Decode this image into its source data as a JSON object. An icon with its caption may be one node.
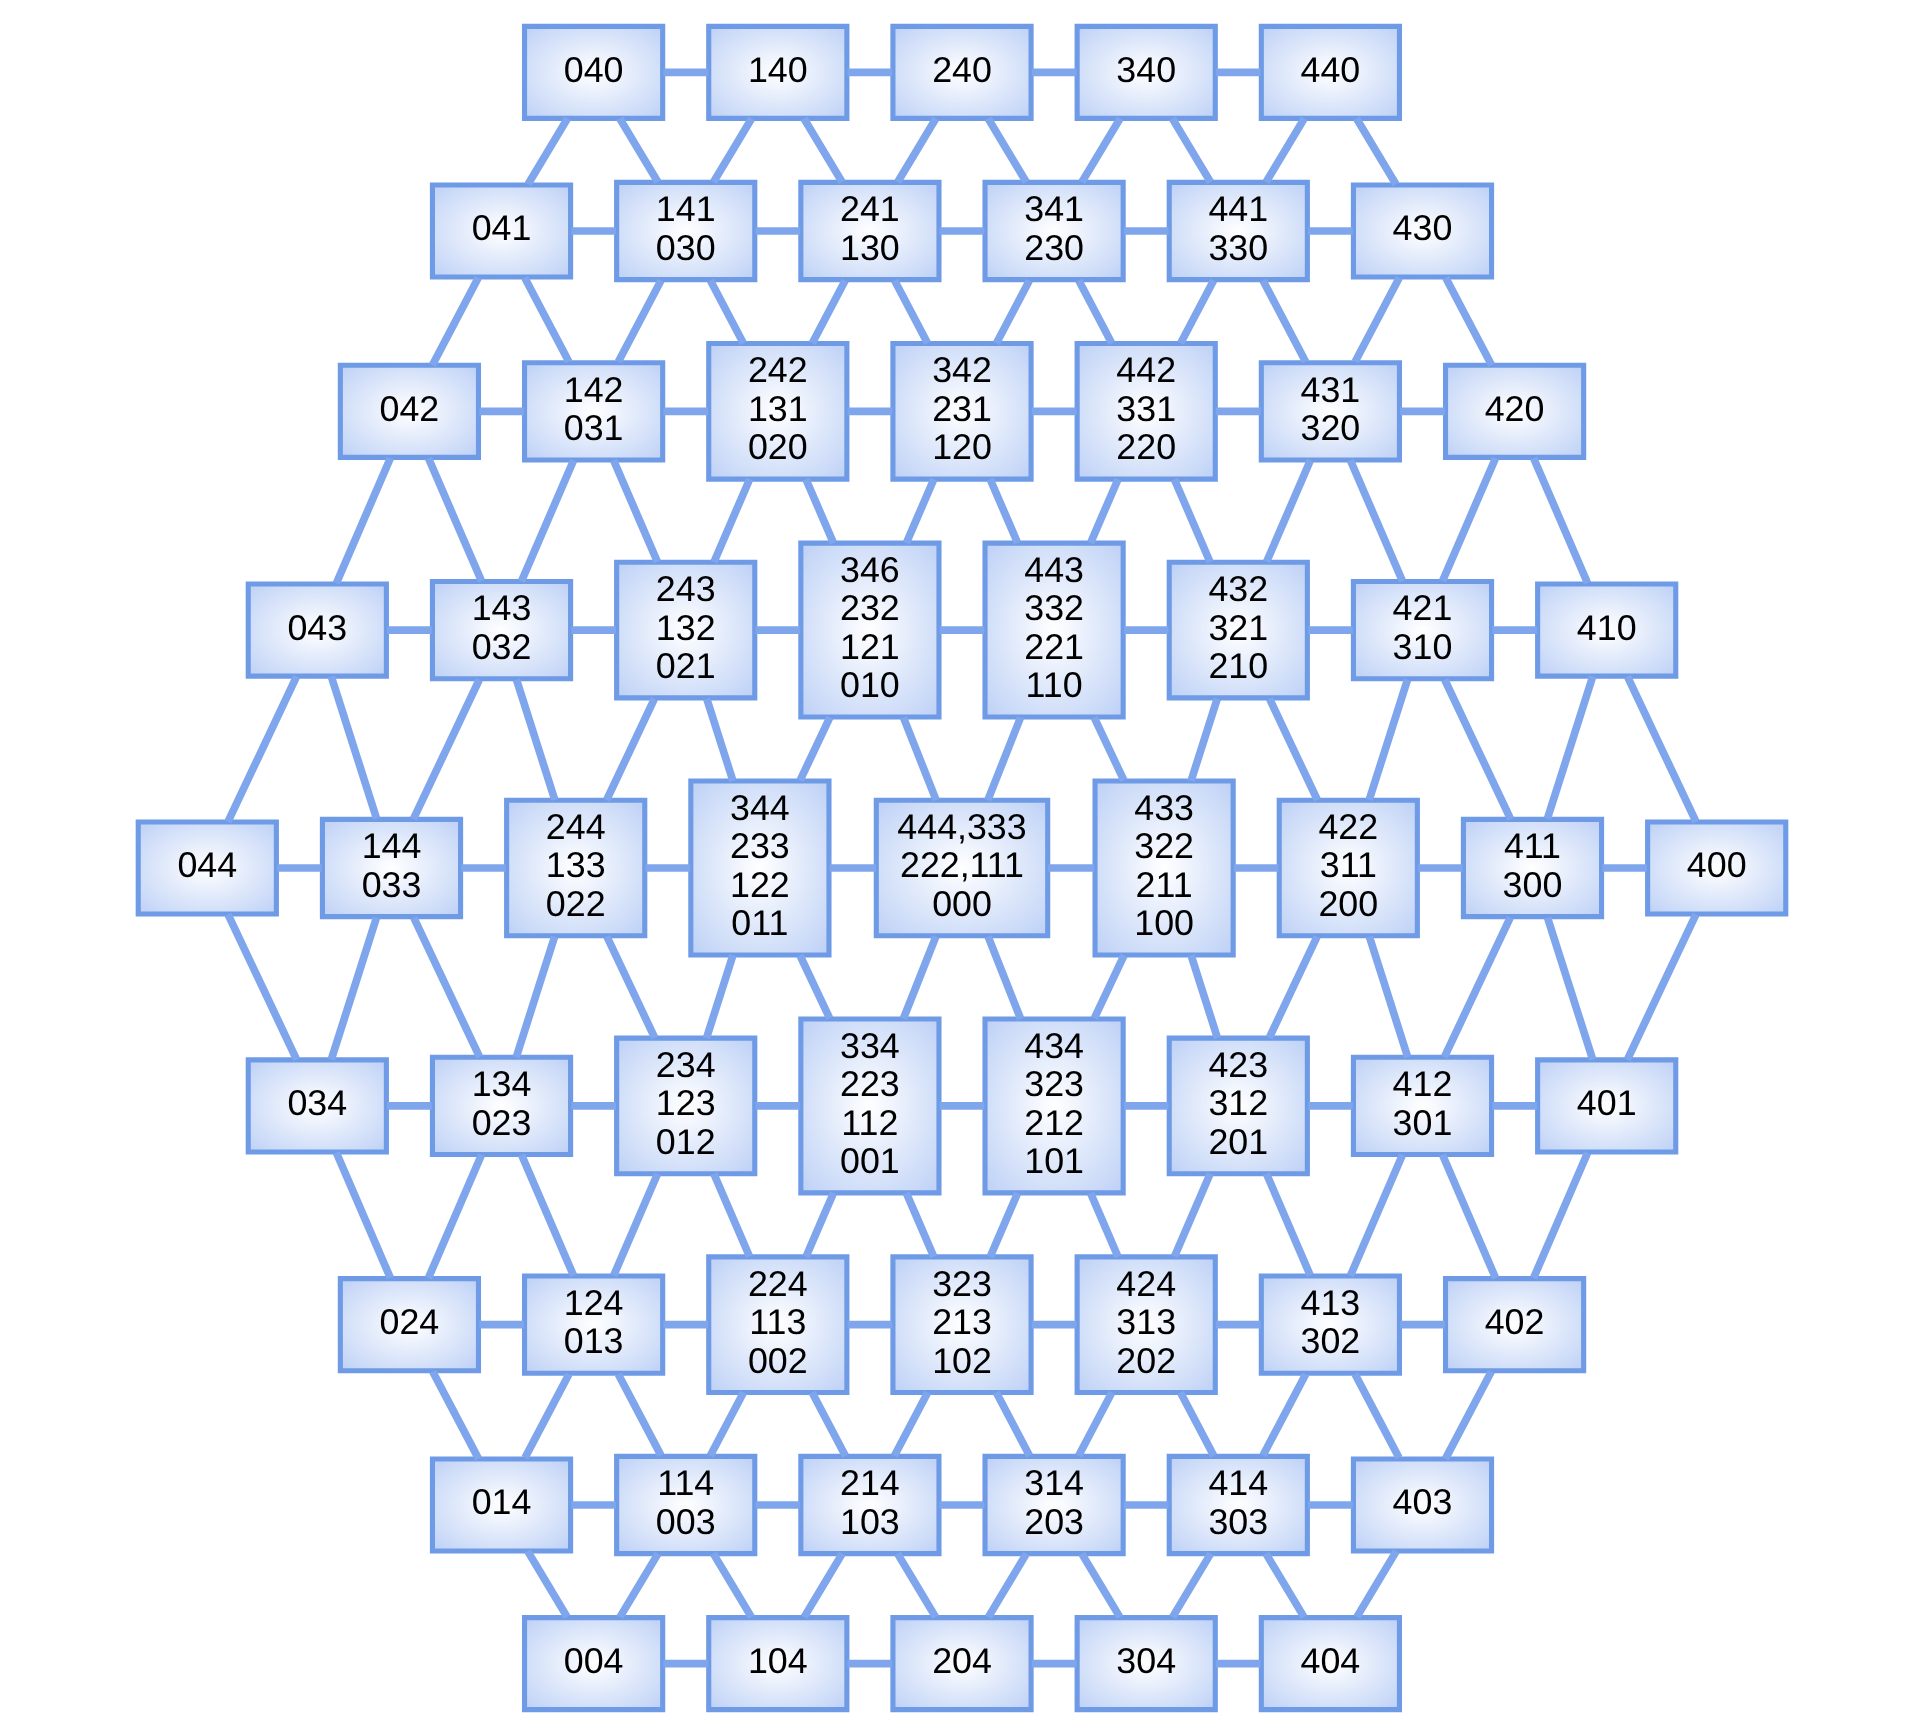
{
  "diagram": {
    "nodes": [
      {
        "text": [
          "040"
        ]
      },
      {
        "text": [
          "140"
        ]
      },
      {
        "text": [
          "240"
        ]
      },
      {
        "text": [
          "340"
        ]
      },
      {
        "text": [
          "440"
        ]
      },
      {
        "text": [
          "041"
        ]
      },
      {
        "text": [
          "141",
          "030"
        ]
      },
      {
        "text": [
          "241",
          "130"
        ]
      },
      {
        "text": [
          "341",
          "230"
        ]
      },
      {
        "text": [
          "441",
          "330"
        ]
      },
      {
        "text": [
          "430"
        ]
      },
      {
        "text": [
          "042"
        ]
      },
      {
        "text": [
          "142",
          "031"
        ]
      },
      {
        "text": [
          "242",
          "131",
          "020"
        ]
      },
      {
        "text": [
          "342",
          "231",
          "120"
        ]
      },
      {
        "text": [
          "442",
          "331",
          "220"
        ]
      },
      {
        "text": [
          "431",
          "320"
        ]
      },
      {
        "text": [
          "420"
        ]
      },
      {
        "text": [
          "043"
        ]
      },
      {
        "text": [
          "143",
          "032"
        ]
      },
      {
        "text": [
          "243",
          "132",
          "021"
        ]
      },
      {
        "text": [
          "346",
          "232",
          "121",
          "010"
        ]
      },
      {
        "text": [
          "443",
          "332",
          "221",
          "110"
        ]
      },
      {
        "text": [
          "432",
          "321",
          "210"
        ]
      },
      {
        "text": [
          "421",
          "310"
        ]
      },
      {
        "text": [
          "410"
        ]
      },
      {
        "text": [
          "044"
        ]
      },
      {
        "text": [
          "144",
          "033"
        ]
      },
      {
        "text": [
          "244",
          "133",
          "022"
        ]
      },
      {
        "text": [
          "344",
          "233",
          "122",
          "011"
        ]
      },
      {
        "text": [
          "444,333",
          "222,111",
          "000"
        ]
      },
      {
        "text": [
          "433",
          "322",
          "211",
          "100"
        ]
      },
      {
        "text": [
          "422",
          "311",
          "200"
        ]
      },
      {
        "text": [
          "411",
          "300"
        ]
      },
      {
        "text": [
          "400"
        ]
      },
      {
        "text": [
          "034"
        ]
      },
      {
        "text": [
          "134",
          "023"
        ]
      },
      {
        "text": [
          "234",
          "123",
          "012"
        ]
      },
      {
        "text": [
          "334",
          "223",
          "112",
          "001"
        ]
      },
      {
        "text": [
          "434",
          "323",
          "212",
          "101"
        ]
      },
      {
        "text": [
          "423",
          "312",
          "201"
        ]
      },
      {
        "text": [
          "412",
          "301"
        ]
      },
      {
        "text": [
          "401"
        ]
      },
      {
        "text": [
          "024"
        ]
      },
      {
        "text": [
          "124",
          "013"
        ]
      },
      {
        "text": [
          "224",
          "113",
          "002"
        ]
      },
      {
        "text": [
          "323",
          "213",
          "102"
        ]
      },
      {
        "text": [
          "424",
          "313",
          "202"
        ]
      },
      {
        "text": [
          "413",
          "302"
        ]
      },
      {
        "text": [
          "402"
        ]
      },
      {
        "text": [
          "014"
        ]
      },
      {
        "text": [
          "114",
          "003"
        ]
      },
      {
        "text": [
          "214",
          "103"
        ]
      },
      {
        "text": [
          "314",
          "203"
        ]
      },
      {
        "text": [
          "414",
          "303"
        ]
      },
      {
        "text": [
          "403"
        ]
      },
      {
        "text": [
          "004"
        ]
      },
      {
        "text": [
          "104"
        ]
      },
      {
        "text": [
          "204"
        ]
      },
      {
        "text": [
          "304"
        ]
      },
      {
        "text": [
          "404"
        ]
      }
    ],
    "edges": [
      {
        "from": 0,
        "to": 1,
        "arrow": "none"
      },
      {
        "from": 1,
        "to": 2,
        "arrow": "none"
      },
      {
        "from": 2,
        "to": 3,
        "arrow": "none"
      },
      {
        "from": 3,
        "to": 4,
        "arrow": "none"
      },
      {
        "from": 5,
        "to": 6,
        "arrow": "none"
      },
      {
        "from": 6,
        "to": 7,
        "arrow": "none"
      },
      {
        "from": 7,
        "to": 8,
        "arrow": "none"
      },
      {
        "from": 8,
        "to": 9,
        "arrow": "none"
      },
      {
        "from": 9,
        "to": 10,
        "arrow": "none"
      },
      {
        "from": 11,
        "to": 12,
        "arrow": "none"
      },
      {
        "from": 12,
        "to": 13,
        "arrow": "none"
      },
      {
        "from": 13,
        "to": 14,
        "arrow": "none"
      },
      {
        "from": 14,
        "to": 15,
        "arrow": "none"
      },
      {
        "from": 15,
        "to": 16,
        "arrow": "none"
      },
      {
        "from": 16,
        "to": 17,
        "arrow": "none"
      },
      {
        "from": 18,
        "to": 19,
        "arrow": "none"
      },
      {
        "from": 19,
        "to": 20,
        "arrow": "none"
      },
      {
        "from": 20,
        "to": 21,
        "arrow": "none"
      },
      {
        "from": 21,
        "to": 22,
        "arrow": "none"
      },
      {
        "from": 22,
        "to": 23,
        "arrow": "none"
      },
      {
        "from": 23,
        "to": 24,
        "arrow": "none"
      },
      {
        "from": 24,
        "to": 25,
        "arrow": "none"
      },
      {
        "from": 26,
        "to": 27,
        "arrow": "none"
      },
      {
        "from": 27,
        "to": 28,
        "arrow": "none"
      },
      {
        "from": 28,
        "to": 29,
        "arrow": "none"
      },
      {
        "from": 29,
        "to": 30,
        "arrow": "none"
      },
      {
        "from": 30,
        "to": 31,
        "arrow": "none"
      },
      {
        "from": 31,
        "to": 32,
        "arrow": "none"
      },
      {
        "from": 32,
        "to": 33,
        "arrow": "none"
      },
      {
        "from": 33,
        "to": 34,
        "arrow": "none"
      },
      {
        "from": 35,
        "to": 36,
        "arrow": "none"
      },
      {
        "from": 36,
        "to": 37,
        "arrow": "none"
      },
      {
        "from": 37,
        "to": 38,
        "arrow": "none"
      },
      {
        "from": 38,
        "to": 39,
        "arrow": "none"
      },
      {
        "from": 39,
        "to": 40,
        "arrow": "none"
      },
      {
        "from": 40,
        "to": 41,
        "arrow": "none"
      },
      {
        "from": 41,
        "to": 42,
        "arrow": "none"
      },
      {
        "from": 43,
        "to": 44,
        "arrow": "none"
      },
      {
        "from": 44,
        "to": 45,
        "arrow": "none"
      },
      {
        "from": 45,
        "to": 46,
        "arrow": "none"
      },
      {
        "from": 46,
        "to": 47,
        "arrow": "none"
      },
      {
        "from": 47,
        "to": 48,
        "arrow": "none"
      },
      {
        "from": 48,
        "to": 49,
        "arrow": "none"
      },
      {
        "from": 50,
        "to": 51,
        "arrow": "none"
      },
      {
        "from": 51,
        "to": 52,
        "arrow": "none"
      },
      {
        "from": 52,
        "to": 53,
        "arrow": "none"
      },
      {
        "from": 53,
        "to": 54,
        "arrow": "none"
      },
      {
        "from": 54,
        "to": 55,
        "arrow": "none"
      },
      {
        "from": 56,
        "to": 57,
        "arrow": "none"
      },
      {
        "from": 57,
        "to": 58,
        "arrow": "none"
      },
      {
        "from": 58,
        "to": 59,
        "arrow": "none"
      },
      {
        "from": 59,
        "to": 60,
        "arrow": "none"
      },
      {
        "from": 0,
        "to": 5,
        "arrow": "none"
      },
      {
        "from": 0,
        "to": 6,
        "arrow": "none"
      },
      {
        "from": 1,
        "to": 6,
        "arrow": "none"
      },
      {
        "from": 1,
        "to": 7,
        "arrow": "none"
      },
      {
        "from": 2,
        "to": 7,
        "arrow": "none"
      },
      {
        "from": 2,
        "to": 8,
        "arrow": "none"
      },
      {
        "from": 3,
        "to": 8,
        "arrow": "none"
      },
      {
        "from": 3,
        "to": 9,
        "arrow": "none"
      },
      {
        "from": 4,
        "to": 9,
        "arrow": "none"
      },
      {
        "from": 4,
        "to": 10,
        "arrow": "none"
      },
      {
        "from": 5,
        "to": 11,
        "arrow": "none"
      },
      {
        "from": 5,
        "to": 12,
        "arrow": "none"
      },
      {
        "from": 6,
        "to": 12,
        "arrow": "none"
      },
      {
        "from": 6,
        "to": 13,
        "arrow": "none"
      },
      {
        "from": 7,
        "to": 13,
        "arrow": "none"
      },
      {
        "from": 7,
        "to": 14,
        "arrow": "none"
      },
      {
        "from": 8,
        "to": 14,
        "arrow": "none"
      },
      {
        "from": 8,
        "to": 15,
        "arrow": "none"
      },
      {
        "from": 9,
        "to": 15,
        "arrow": "none"
      },
      {
        "from": 9,
        "to": 16,
        "arrow": "none"
      },
      {
        "from": 10,
        "to": 16,
        "arrow": "none"
      },
      {
        "from": 10,
        "to": 17,
        "arrow": "none"
      },
      {
        "from": 11,
        "to": 18,
        "arrow": "none"
      },
      {
        "from": 11,
        "to": 19,
        "arrow": "none"
      },
      {
        "from": 12,
        "to": 19,
        "arrow": "none"
      },
      {
        "from": 12,
        "to": 20,
        "arrow": "none"
      },
      {
        "from": 13,
        "to": 20,
        "arrow": "none"
      },
      {
        "from": 13,
        "to": 21,
        "arrow": "none"
      },
      {
        "from": 14,
        "to": 21,
        "arrow": "none"
      },
      {
        "from": 14,
        "to": 22,
        "arrow": "none"
      },
      {
        "from": 15,
        "to": 22,
        "arrow": "none"
      },
      {
        "from": 15,
        "to": 23,
        "arrow": "none"
      },
      {
        "from": 16,
        "to": 23,
        "arrow": "none"
      },
      {
        "from": 16,
        "to": 24,
        "arrow": "none"
      },
      {
        "from": 17,
        "to": 24,
        "arrow": "none"
      },
      {
        "from": 17,
        "to": 25,
        "arrow": "none"
      },
      {
        "from": 18,
        "to": 26,
        "arrow": "none"
      },
      {
        "from": 18,
        "to": 27,
        "arrow": "none"
      },
      {
        "from": 19,
        "to": 27,
        "arrow": "none"
      },
      {
        "from": 19,
        "to": 28,
        "arrow": "none"
      },
      {
        "from": 20,
        "to": 28,
        "arrow": "none"
      },
      {
        "from": 20,
        "to": 29,
        "arrow": "none"
      },
      {
        "from": 21,
        "to": 29,
        "arrow": "none"
      },
      {
        "from": 21,
        "to": 30,
        "arrow": "none"
      },
      {
        "from": 22,
        "to": 30,
        "arrow": "none"
      },
      {
        "from": 22,
        "to": 31,
        "arrow": "none"
      },
      {
        "from": 23,
        "to": 31,
        "arrow": "none"
      },
      {
        "from": 23,
        "to": 32,
        "arrow": "none"
      },
      {
        "from": 24,
        "to": 32,
        "arrow": "none"
      },
      {
        "from": 24,
        "to": 33,
        "arrow": "none"
      },
      {
        "from": 25,
        "to": 33,
        "arrow": "none"
      },
      {
        "from": 25,
        "to": 34,
        "arrow": "none"
      },
      {
        "from": 26,
        "to": 35,
        "arrow": "none"
      },
      {
        "from": 27,
        "to": 35,
        "arrow": "none"
      },
      {
        "from": 27,
        "to": 36,
        "arrow": "none"
      },
      {
        "from": 28,
        "to": 36,
        "arrow": "none"
      },
      {
        "from": 28,
        "to": 37,
        "arrow": "none"
      },
      {
        "from": 29,
        "to": 37,
        "arrow": "none"
      },
      {
        "from": 29,
        "to": 38,
        "arrow": "none"
      },
      {
        "from": 30,
        "to": 38,
        "arrow": "none"
      },
      {
        "from": 30,
        "to": 39,
        "arrow": "none"
      },
      {
        "from": 31,
        "to": 39,
        "arrow": "none"
      },
      {
        "from": 31,
        "to": 40,
        "arrow": "none"
      },
      {
        "from": 32,
        "to": 40,
        "arrow": "none"
      },
      {
        "from": 32,
        "to": 41,
        "arrow": "none"
      },
      {
        "from": 33,
        "to": 41,
        "arrow": "none"
      },
      {
        "from": 33,
        "to": 42,
        "arrow": "none"
      },
      {
        "from": 34,
        "to": 42,
        "arrow": "none"
      },
      {
        "from": 35,
        "to": 43,
        "arrow": "none"
      },
      {
        "from": 36,
        "to": 43,
        "arrow": "none"
      },
      {
        "from": 36,
        "to": 44,
        "arrow": "none"
      },
      {
        "from": 37,
        "to": 44,
        "arrow": "none"
      },
      {
        "from": 37,
        "to": 45,
        "arrow": "none"
      },
      {
        "from": 38,
        "to": 45,
        "arrow": "none"
      },
      {
        "from": 38,
        "to": 46,
        "arrow": "none"
      },
      {
        "from": 39,
        "to": 46,
        "arrow": "none"
      },
      {
        "from": 39,
        "to": 47,
        "arrow": "none"
      },
      {
        "from": 40,
        "to": 47,
        "arrow": "none"
      },
      {
        "from": 40,
        "to": 48,
        "arrow": "none"
      },
      {
        "from": 41,
        "to": 48,
        "arrow": "none"
      },
      {
        "from": 41,
        "to": 49,
        "arrow": "none"
      },
      {
        "from": 42,
        "to": 49,
        "arrow": "none"
      },
      {
        "from": 43,
        "to": 50,
        "arrow": "none"
      },
      {
        "from": 44,
        "to": 50,
        "arrow": "none"
      },
      {
        "from": 44,
        "to": 51,
        "arrow": "none"
      },
      {
        "from": 45,
        "to": 51,
        "arrow": "none"
      },
      {
        "from": 45,
        "to": 52,
        "arrow": "none"
      },
      {
        "from": 46,
        "to": 52,
        "arrow": "none"
      },
      {
        "from": 46,
        "to": 53,
        "arrow": "none"
      },
      {
        "from": 47,
        "to": 53,
        "arrow": "none"
      },
      {
        "from": 47,
        "to": 54,
        "arrow": "none"
      },
      {
        "from": 48,
        "to": 54,
        "arrow": "none"
      },
      {
        "from": 48,
        "to": 55,
        "arrow": "none"
      },
      {
        "from": 49,
        "to": 55,
        "arrow": "none"
      },
      {
        "from": 50,
        "to": 56,
        "arrow": "none"
      },
      {
        "from": 51,
        "to": 56,
        "arrow": "none"
      },
      {
        "from": 51,
        "to": 57,
        "arrow": "none"
      },
      {
        "from": 52,
        "to": 57,
        "arrow": "none"
      },
      {
        "from": 52,
        "to": 58,
        "arrow": "none"
      },
      {
        "from": 53,
        "to": 58,
        "arrow": "none"
      },
      {
        "from": 53,
        "to": 59,
        "arrow": "none"
      },
      {
        "from": 54,
        "to": 59,
        "arrow": "none"
      },
      {
        "from": 54,
        "to": 60,
        "arrow": "none"
      },
      {
        "from": 55,
        "to": 60,
        "arrow": "none"
      }
    ]
  }
}
